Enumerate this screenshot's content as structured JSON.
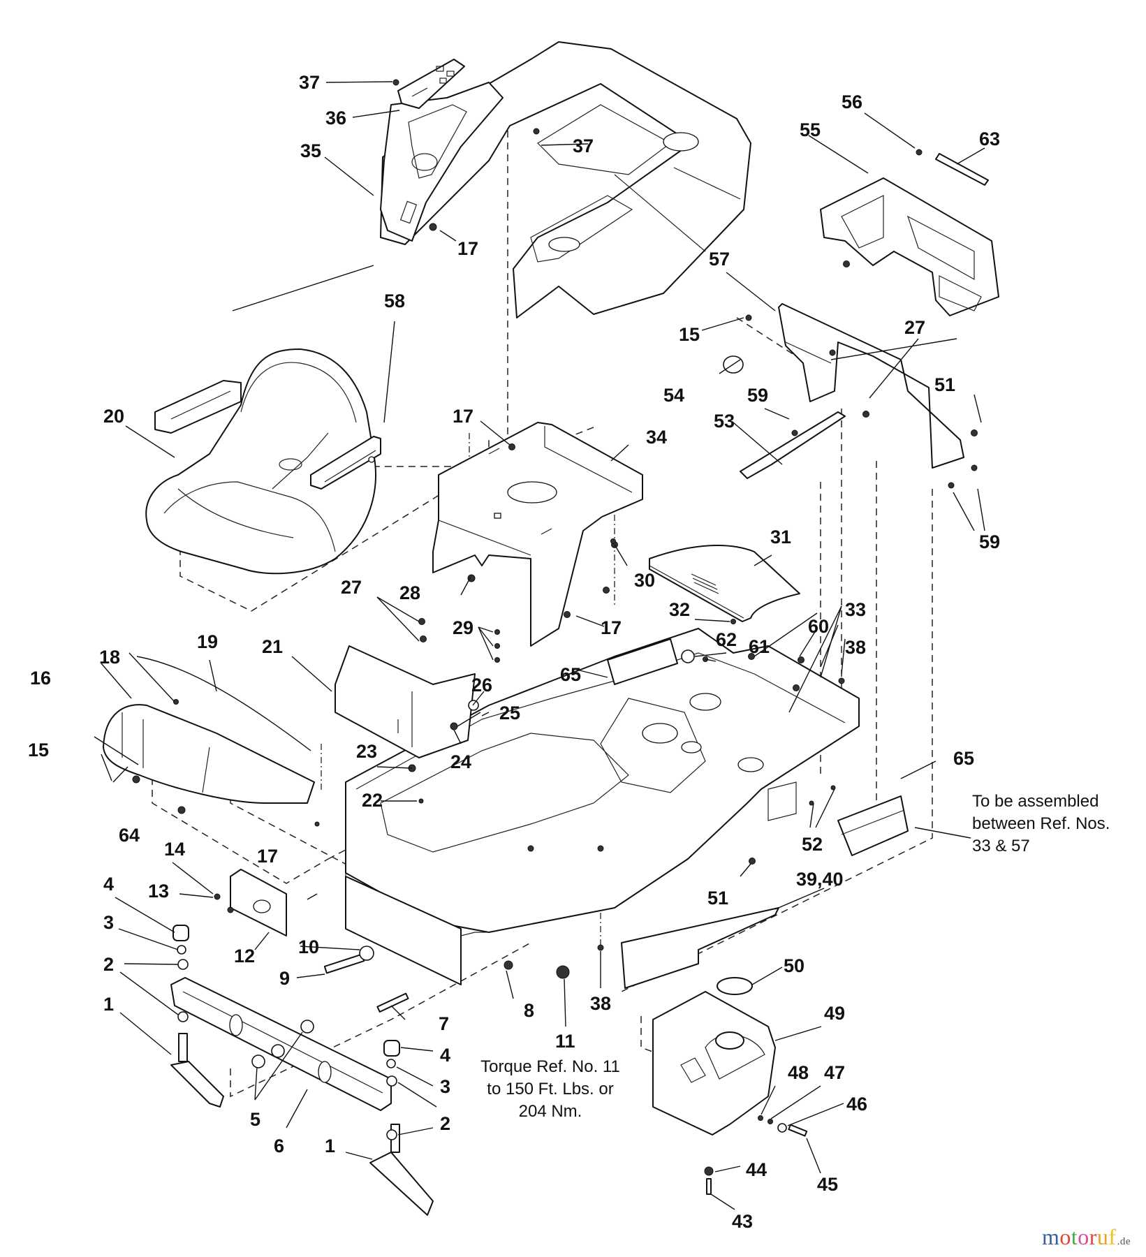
{
  "diagram": {
    "title": "Chassis, Seat, Console and Fuel Tank — Exploded Parts View",
    "callouts": {
      "c1a": "1",
      "c1b": "1",
      "c2a": "2",
      "c2b": "2",
      "c3a": "3",
      "c3b": "3",
      "c4a": "4",
      "c4b": "4",
      "c5": "5",
      "c6": "6",
      "c7": "7",
      "c8": "8",
      "c9": "9",
      "c10": "10",
      "c11": "11",
      "c12": "12",
      "c13": "13",
      "c14": "14",
      "c15a": "15",
      "c15b": "15",
      "c16": "16",
      "c17a": "17",
      "c17b": "17",
      "c17c": "17",
      "c17d": "17",
      "c18": "18",
      "c19": "19",
      "c20": "20",
      "c21": "21",
      "c22": "22",
      "c23": "23",
      "c24": "24",
      "c25": "25",
      "c26": "26",
      "c27a": "27",
      "c27b": "27",
      "c28": "28",
      "c29": "29",
      "c30": "30",
      "c31": "31",
      "c32": "32",
      "c33": "33",
      "c34": "34",
      "c35": "35",
      "c36": "36",
      "c37a": "37",
      "c37b": "37",
      "c38a": "38",
      "c38b": "38",
      "c3940": "39,40",
      "c43": "43",
      "c44": "44",
      "c45": "45",
      "c46": "46",
      "c47": "47",
      "c48": "48",
      "c49": "49",
      "c50": "50",
      "c51a": "51",
      "c51b": "51",
      "c52": "52",
      "c53": "53",
      "c54": "54",
      "c55": "55",
      "c56": "56",
      "c57": "57",
      "c58": "58",
      "c59a": "59",
      "c59b": "59",
      "c60": "60",
      "c61": "61",
      "c62": "62",
      "c63": "63",
      "c64": "64",
      "c65a": "65",
      "c65b": "65"
    },
    "notes": {
      "assembly": [
        "To be assembled",
        "between Ref. Nos.",
        "33 & 57"
      ],
      "torque": [
        "Torque Ref. No. 11",
        "to 150 Ft. Lbs. or",
        "204 Nm."
      ]
    }
  },
  "watermark": {
    "letters": [
      "m",
      "o",
      "t",
      "o",
      "r",
      "u",
      "f"
    ],
    "suffix": ".de",
    "colors": [
      "#3b5aa8",
      "#e0453a",
      "#4aa84a",
      "#d94a9a",
      "#e0453a",
      "#f0a020",
      "#f0c020"
    ]
  }
}
